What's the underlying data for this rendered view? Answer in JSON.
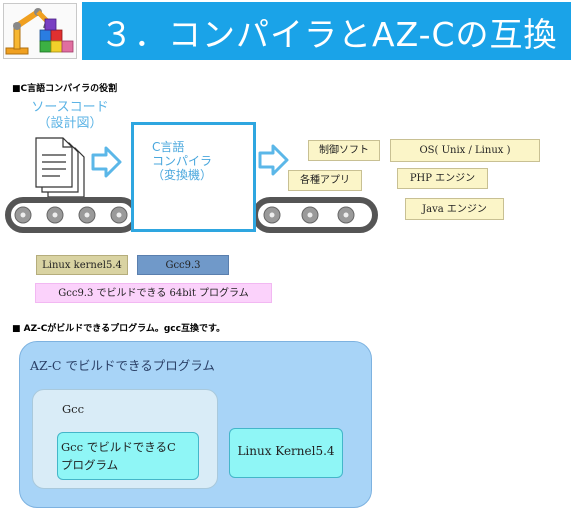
{
  "header": {
    "title": "３．コンパイラとAZ-Cの互換"
  },
  "section1": {
    "heading": "■C言語コンパイラの役割"
  },
  "diagram": {
    "source_label_lines": [
      "ソースコード",
      "（設計図）"
    ],
    "compiler_label_lines": [
      "C言語",
      "コンパイラ",
      "（変換機）"
    ],
    "outputs": {
      "control_software": "制御ソフト",
      "applications": "各種アプリ",
      "os": "OS( Unix / Linux )",
      "php": "PHP エンジン",
      "java": "Java エンジン"
    },
    "tags": {
      "linux_kernel": "Linux kernel5.4",
      "gcc": "Gcc9.3",
      "gcc_buildable": "Gcc9.3 でビルドできる 64bit プログラム"
    },
    "colors": {
      "conveyor": "#555555",
      "arrow": "#5bb7e8",
      "compiler_border": "#2ea6e0"
    }
  },
  "section2": {
    "heading": "■ AZ-Cがビルドできるプログラム。gcc互換です。"
  },
  "venn": {
    "outer_label": "AZ-C でビルドできるプログラム",
    "gcc_label": "Gcc",
    "gcc_inner_label_lines": [
      "Gcc でビルドできるC",
      "プログラム"
    ],
    "linux_label": "Linux Kernel5.4",
    "colors": {
      "outer": "#a8d4f7",
      "gcc": "#d9ecf7",
      "inner": "#8ff6f6"
    }
  }
}
